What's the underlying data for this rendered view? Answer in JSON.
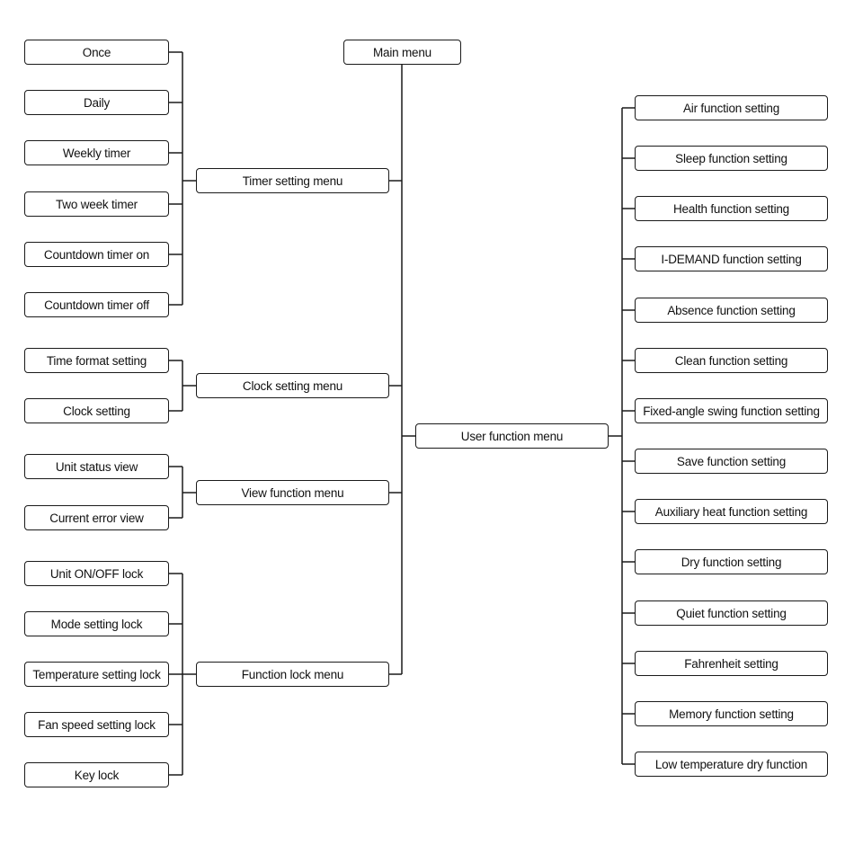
{
  "diagram": {
    "root": "Main menu",
    "left_groups": [
      {
        "label": "Timer setting menu",
        "items": [
          "Once",
          "Daily",
          "Weekly timer",
          "Two week timer",
          "Countdown timer on",
          "Countdown timer off"
        ]
      },
      {
        "label": "Clock setting menu",
        "items": [
          "Time format setting",
          "Clock setting"
        ]
      },
      {
        "label": "View function menu",
        "items": [
          "Unit status view",
          "Current error view"
        ]
      },
      {
        "label": "Function lock menu",
        "items": [
          "Unit ON/OFF lock",
          "Mode setting lock",
          "Temperature setting lock",
          "Fan speed setting lock",
          "Key lock"
        ]
      }
    ],
    "right_group": {
      "label": "User function menu",
      "items": [
        "Air function setting",
        "Sleep function setting",
        "Health function setting",
        "I-DEMAND function setting",
        "Absence function setting",
        "Clean function setting",
        "Fixed-angle swing function setting",
        "Save function setting",
        "Auxiliary heat function setting",
        "Dry function setting",
        "Quiet function setting",
        "Fahrenheit setting",
        "Memory function setting",
        "Low temperature dry function"
      ]
    }
  }
}
